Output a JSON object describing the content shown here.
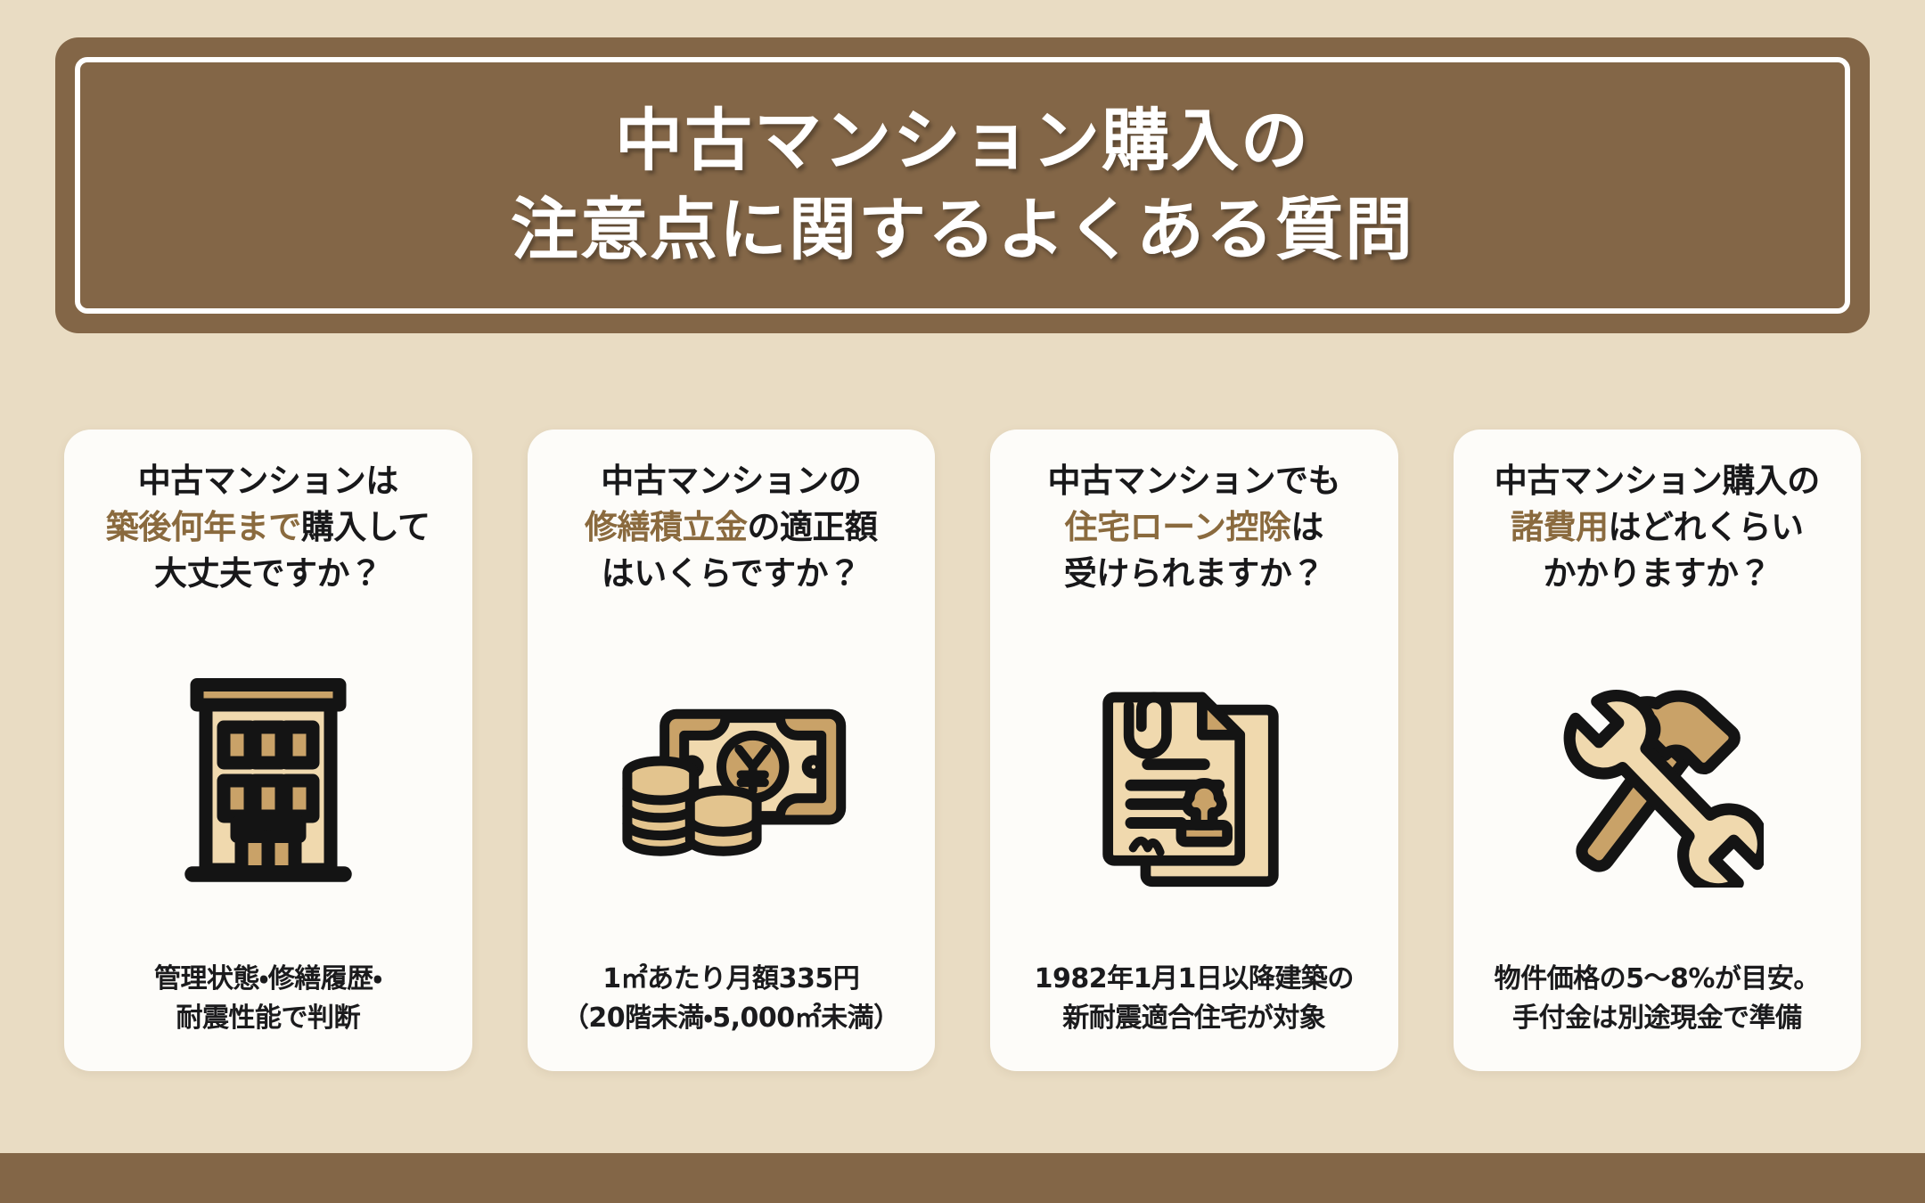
{
  "header": {
    "title_line_1": "中古マンション購入の",
    "title_line_2": "注意点に関するよくある質問",
    "background_color": "#836647",
    "text_color": "#ffffff"
  },
  "theme": {
    "page_background": "#e9dcc3",
    "card_background": "#fdfcf9",
    "accent_brown": "#8a6a3e",
    "icon_fill_light": "#f0d9ae",
    "icon_fill_mid": "#c9a268",
    "icon_outline": "#141414",
    "footer_color": "#836647"
  },
  "cards": [
    {
      "icon_name": "apartment-building-icon",
      "title_lines": [
        [
          {
            "text": "中古マンションは",
            "highlight": false
          }
        ],
        [
          {
            "text": "築後何年まで",
            "highlight": true
          },
          {
            "text": "購入して",
            "highlight": false
          }
        ],
        [
          {
            "text": "大丈夫ですか？",
            "highlight": false
          }
        ]
      ],
      "caption_lines": [
        "管理状態・修繕履歴・",
        "耐震性能で判断"
      ]
    },
    {
      "icon_name": "money-cash-coins-icon",
      "title_lines": [
        [
          {
            "text": "中古マンションの",
            "highlight": false
          }
        ],
        [
          {
            "text": "修繕積立金",
            "highlight": true
          },
          {
            "text": "の適正額",
            "highlight": false
          }
        ],
        [
          {
            "text": "はいくらですか？",
            "highlight": false
          }
        ]
      ],
      "caption_lines": [
        "1㎡あたり月額335円",
        "（20階未満・5,000㎡未満）"
      ]
    },
    {
      "icon_name": "contract-document-stamp-icon",
      "title_lines": [
        [
          {
            "text": "中古マンションでも",
            "highlight": false
          }
        ],
        [
          {
            "text": "住宅ローン控除",
            "highlight": true
          },
          {
            "text": "は",
            "highlight": false
          }
        ],
        [
          {
            "text": "受けられますか？",
            "highlight": false
          }
        ]
      ],
      "caption_lines": [
        "1982年1月1日以降建築の",
        "新耐震適合住宅が対象"
      ]
    },
    {
      "icon_name": "wrench-hammer-tools-icon",
      "title_lines": [
        [
          {
            "text": "中古マンション購入の",
            "highlight": false
          }
        ],
        [
          {
            "text": "諸費用",
            "highlight": true
          },
          {
            "text": "はどれくらい",
            "highlight": false
          }
        ],
        [
          {
            "text": "かかりますか？",
            "highlight": false
          }
        ]
      ],
      "caption_lines": [
        "物件価格の5〜8%が目安。",
        "手付金は別途現金で準備"
      ]
    }
  ]
}
